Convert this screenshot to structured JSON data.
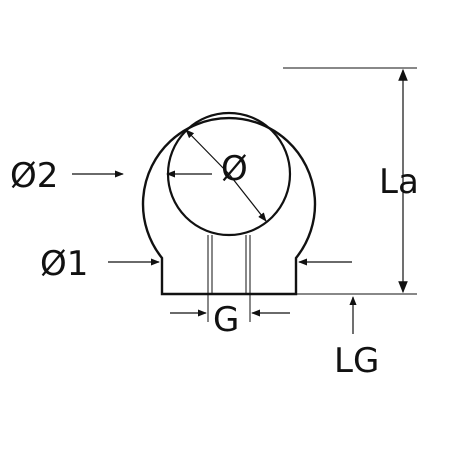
{
  "labels": {
    "bore_diameter": "Ø",
    "outer_diameter": "Ø2",
    "collar_diameter": "Ø1",
    "thread": "G",
    "overall_length": "La",
    "thread_length": "LG"
  }
}
